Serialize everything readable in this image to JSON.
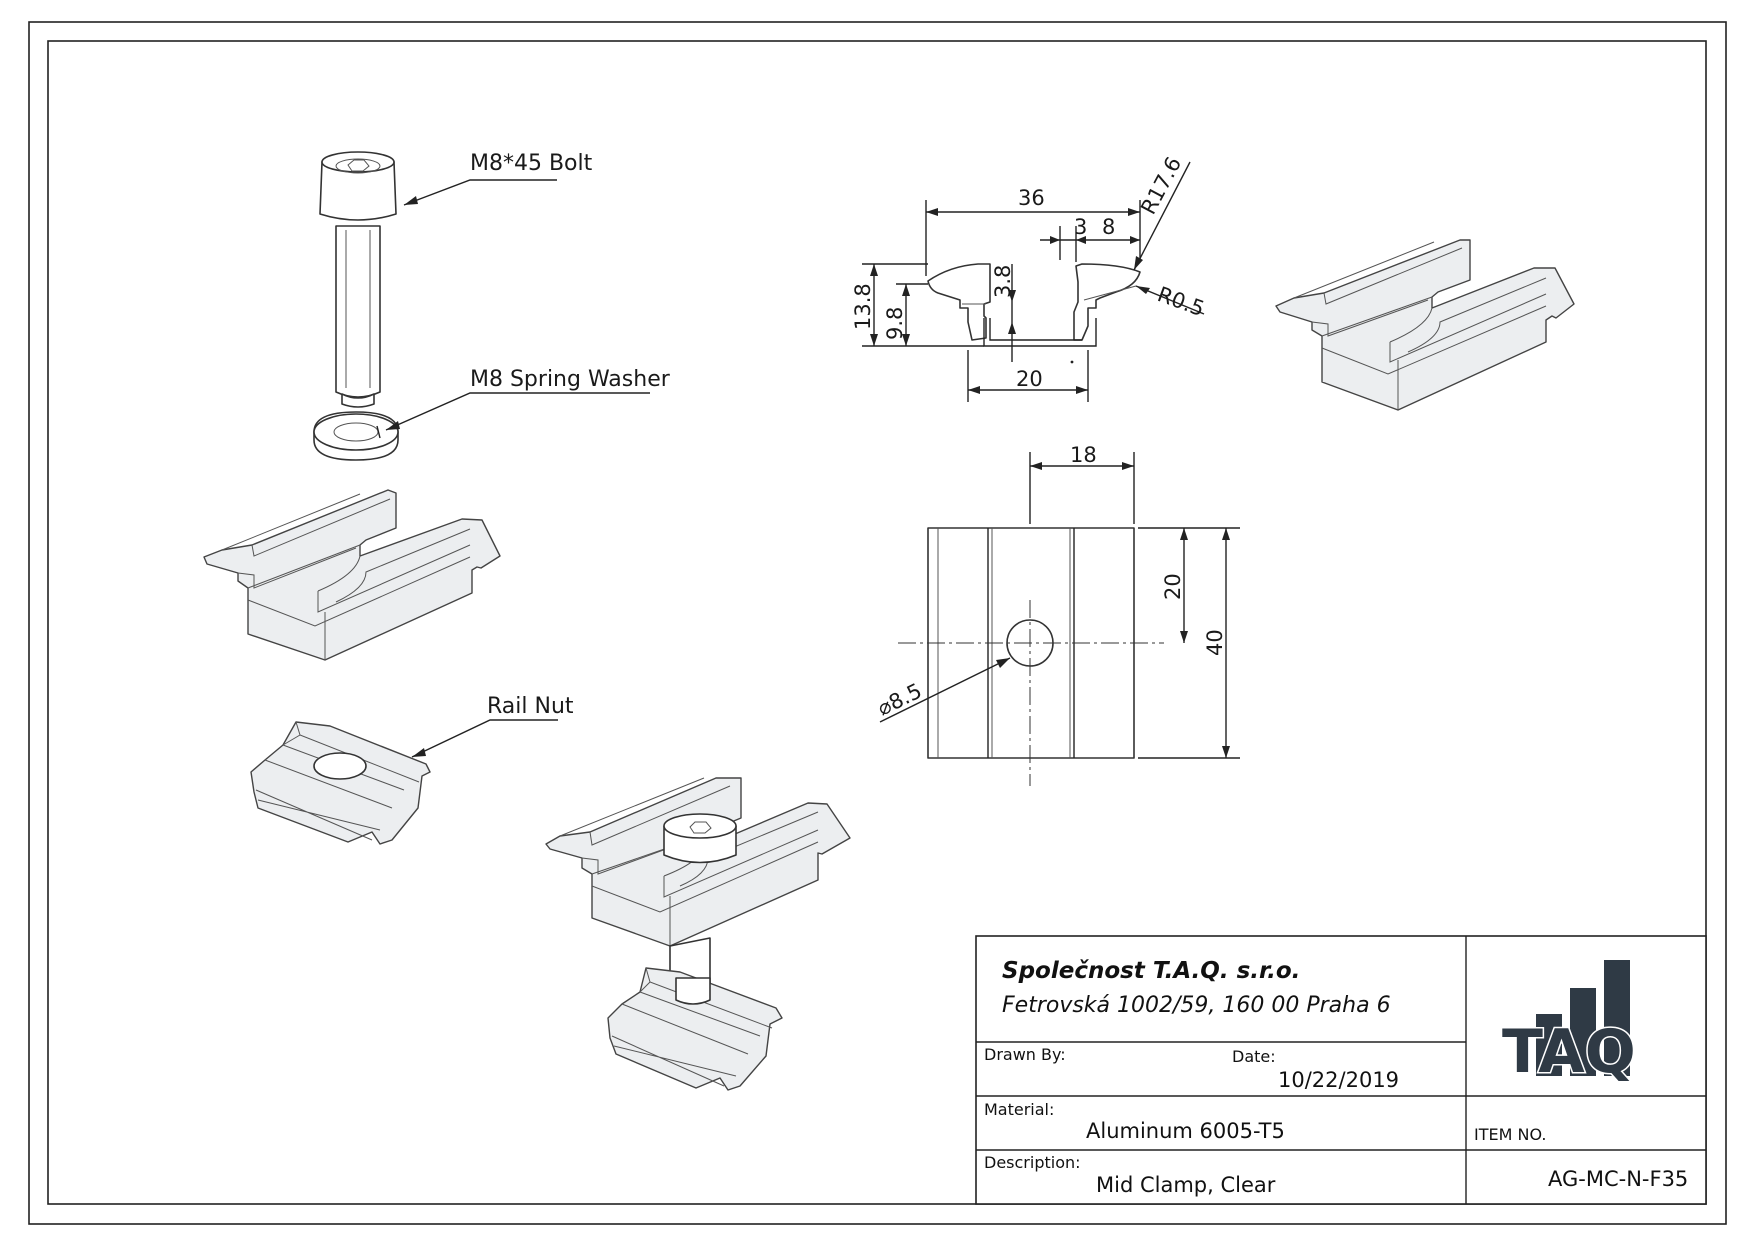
{
  "labels": {
    "bolt": "M8*45 Bolt",
    "washer": "M8 Spring Washer",
    "rail_nut": "Rail Nut"
  },
  "dimensions": {
    "profile_width": "36",
    "gap_3": "3",
    "lip_8": "8",
    "radius_large": "R17.6",
    "radius_small": "R0.5",
    "height_total": "13.8",
    "height_inner": "9.8",
    "lip_height": "3.8",
    "channel_width": "20",
    "top_width": "18",
    "hole_offset": "20",
    "length_40": "40",
    "hole_dia": "⌀8.5"
  },
  "title_block": {
    "company": "Společnost T.A.Q. s.r.o.",
    "address": "Fetrovská 1002/59, 160 00 Praha 6",
    "drawn_by_label": "Drawn By:",
    "date_label": "Date:",
    "date_value": "10/22/2019",
    "material_label": "Material:",
    "material_value": "Aluminum 6005-T5",
    "description_label": "Description:",
    "description_value": "Mid Clamp, Clear",
    "item_no_label": "ITEM NO.",
    "item_no_value": "AG-MC-N-F35",
    "logo_text": "TAQ"
  },
  "colors": {
    "logo_dark": "#2f3a45",
    "line": "#222222"
  }
}
